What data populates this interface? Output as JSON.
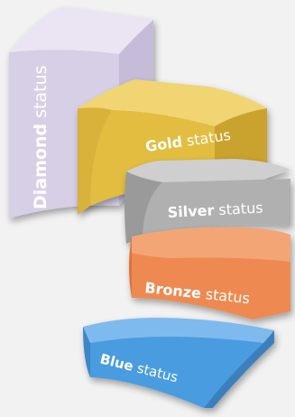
{
  "tiers": [
    {
      "id": "diamond",
      "strong": "Diamond",
      "suffix": " status",
      "color": "#d7cfe6"
    },
    {
      "id": "gold",
      "strong": "Gold",
      "suffix": " status",
      "color": "#e2bd3f"
    },
    {
      "id": "silver",
      "strong": "Silver",
      "suffix": " status",
      "color": "#a9a9a9"
    },
    {
      "id": "bronze",
      "strong": "Bronze",
      "suffix": " status",
      "color": "#ee8a51"
    },
    {
      "id": "blue",
      "strong": "Blue",
      "suffix": " status",
      "color": "#4a9ce0"
    }
  ]
}
